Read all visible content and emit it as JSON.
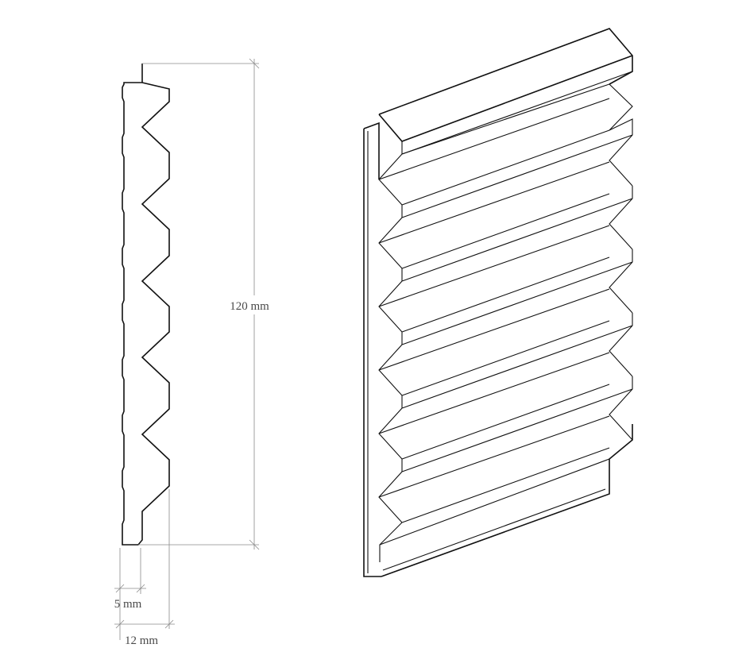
{
  "dimensions": {
    "height_label": "120 mm",
    "depth_base_label": "5 mm",
    "depth_total_label": "12 mm"
  },
  "colors": {
    "outline": "#111111",
    "dimension": "#8a8a8a",
    "text": "#4a4a4a"
  }
}
